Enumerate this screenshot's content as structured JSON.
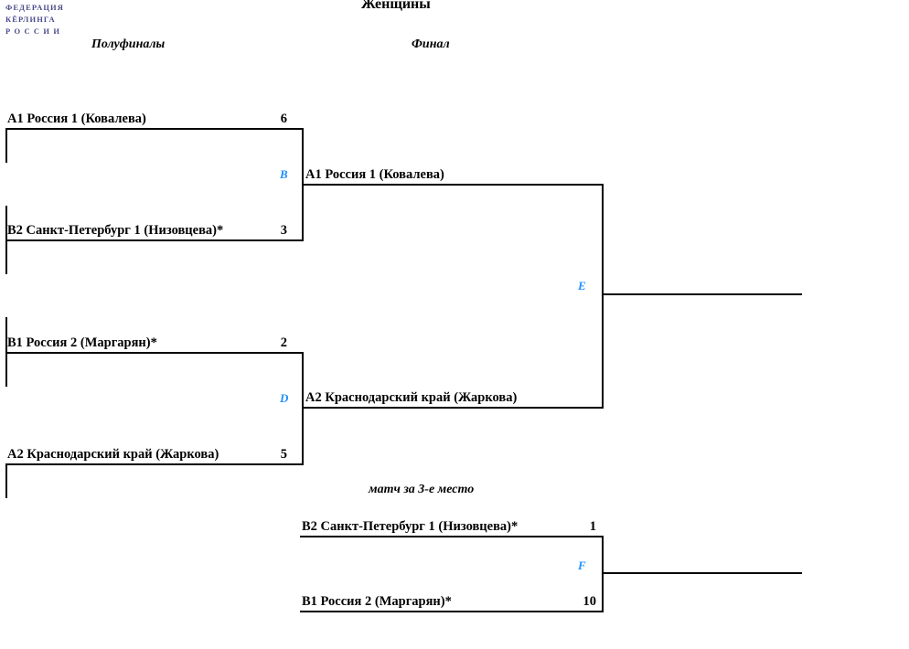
{
  "logo": {
    "line1": "ФЕДЕРАЦИЯ",
    "line2": "КЁРЛИНГА",
    "line3": "Р О С С И И",
    "color": "#4a4a8c"
  },
  "header": {
    "title": "Женщины",
    "col_semifinals": "Полуфиналы",
    "col_final": "Финал",
    "bronze_label": "матч за 3-е место"
  },
  "colors": {
    "match_letter": "#1E90FF",
    "line": "#000000",
    "text": "#000000"
  },
  "bracket": {
    "semifinals": [
      {
        "match_letter": "B",
        "teams": [
          {
            "seed": "А1",
            "name": "А1 Россия 1 (Ковалева)",
            "score": "6"
          },
          {
            "seed": "В2",
            "name": "В2 Санкт-Петербург 1 (Низовцева)*",
            "score": "3"
          }
        ],
        "winner": "А1 Россия 1 (Ковалева)"
      },
      {
        "match_letter": "D",
        "teams": [
          {
            "seed": "В1",
            "name": "В1 Россия 2 (Маргарян)*",
            "score": "2"
          },
          {
            "seed": "А2",
            "name": "А2 Краснодарский край (Жаркова)",
            "score": "5"
          }
        ],
        "winner": "А2 Краснодарский край (Жаркова)"
      }
    ],
    "final": {
      "match_letter": "E",
      "teams": [
        {
          "name": "А1 Россия 1 (Ковалева)",
          "score": ""
        },
        {
          "name": "А2 Краснодарский край (Жаркова)",
          "score": ""
        }
      ],
      "winner": ""
    },
    "bronze": {
      "match_letter": "F",
      "teams": [
        {
          "seed": "В2",
          "name": "В2 Санкт-Петербург 1 (Низовцева)*",
          "score": "1"
        },
        {
          "seed": "В1",
          "name": "В1 Россия 2 (Маргарян)*",
          "score": "10"
        }
      ],
      "winner": ""
    }
  }
}
